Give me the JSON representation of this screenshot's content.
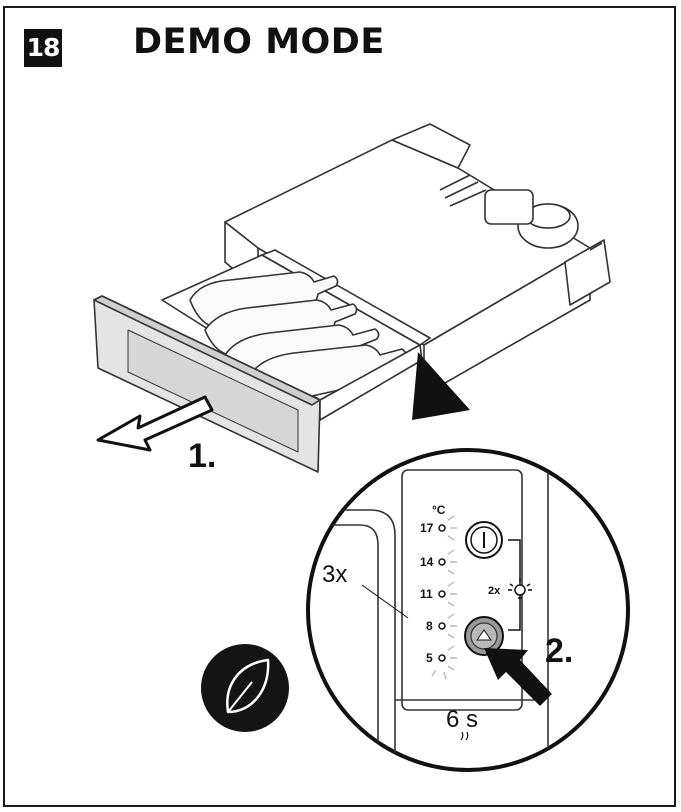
{
  "header": {
    "step_number": "18",
    "title": "DEMO MODE"
  },
  "steps": {
    "step1": "1.",
    "step2": "2."
  },
  "control_panel": {
    "unit": "°C",
    "temperatures": [
      "17",
      "14",
      "11",
      "8",
      "5"
    ],
    "button_press_count": "2x",
    "blink_count": "3x",
    "hold_duration": "6 s"
  },
  "icons": [
    "leaf-icon",
    "power-icon",
    "light-icon",
    "arrow-up-icon"
  ]
}
